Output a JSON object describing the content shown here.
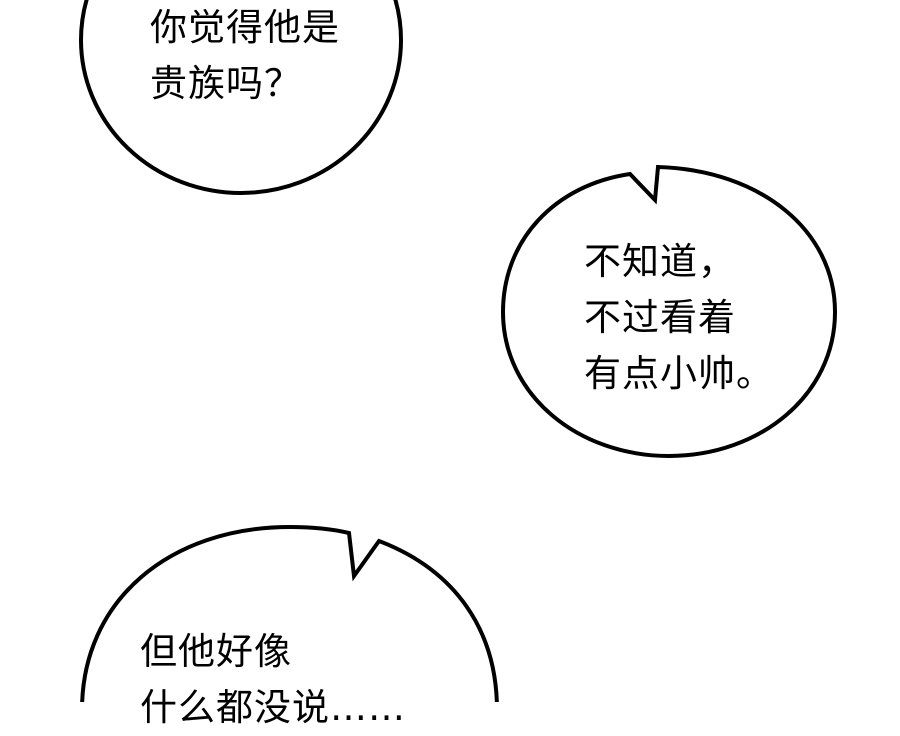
{
  "panel": {
    "background": "#ffffff",
    "stroke_color": "#000000"
  },
  "bubbles": [
    {
      "id": "bubble-1",
      "lines": [
        "你觉得他是",
        "贵族吗？"
      ]
    },
    {
      "id": "bubble-2",
      "lines": [
        "不知道，",
        "不过看着",
        "有点小帅。"
      ]
    },
    {
      "id": "bubble-3",
      "lines": [
        "但他好像",
        "什么都没说……"
      ]
    }
  ]
}
